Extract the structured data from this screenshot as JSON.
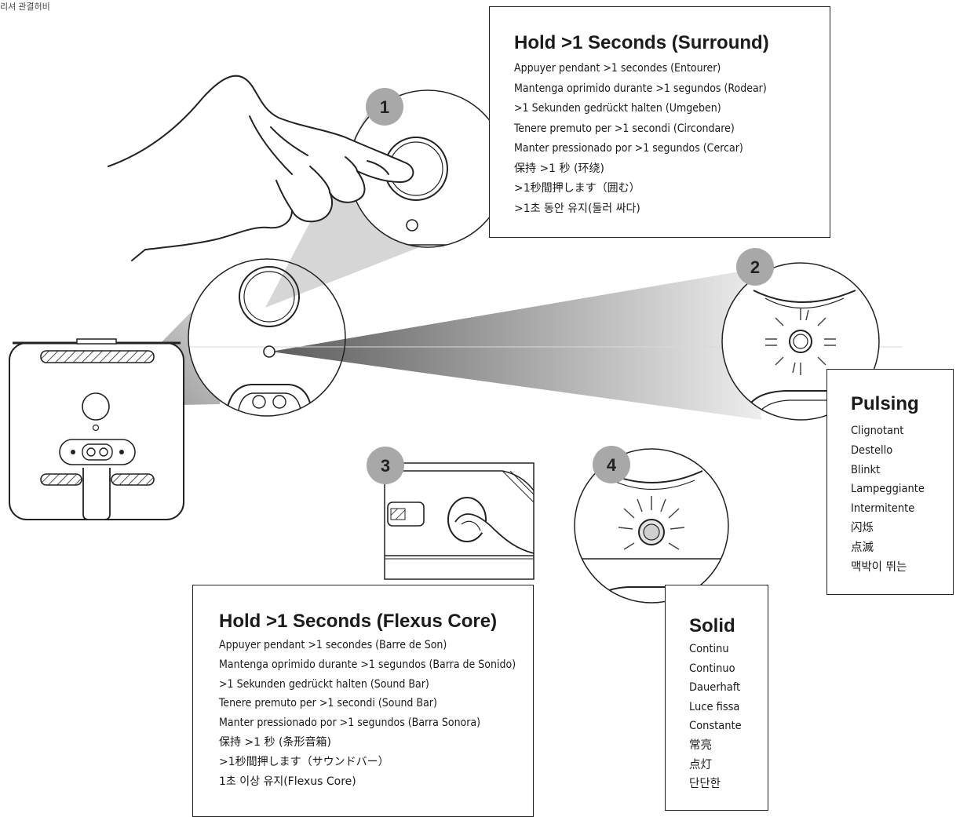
{
  "corner_text": "리셔 관결허비",
  "step1": {
    "number": "1",
    "title": "Hold >1 Seconds (Surround)",
    "lines": [
      "Appuyer pendant >1 secondes (Entourer)",
      "Mantenga oprimido durante >1 segundos (Rodear)",
      ">1 Sekunden gedrückt halten (Umgeben)",
      "Tenere premuto per >1 secondi (Circondare)",
      "Manter pressionado por >1 segundos (Cercar)",
      "保持 >1 秒 (环绕)",
      ">1秒間押します（囲む）",
      ">1초 동안 유지(둘러 싸다)"
    ]
  },
  "step2": {
    "number": "2",
    "title": "Pulsing",
    "lines": [
      "Clignotant",
      "Destello",
      "Blinkt",
      "Lampeggiante",
      "Intermitente",
      "闪烁",
      "点滅",
      "맥박이 뛰는"
    ]
  },
  "step3": {
    "number": "3",
    "title": "Hold >1 Seconds (Flexus Core)",
    "lines": [
      "Appuyer pendant >1 secondes (Barre de Son)",
      "Mantenga oprimido durante >1 segundos (Barra de Sonido)",
      ">1 Sekunden gedrückt halten (Sound Bar)",
      "Tenere premuto per >1 secondi (Sound Bar)",
      "Manter pressionado por >1 segundos (Barra Sonora)",
      "保持 >1 秒 (条形音箱)",
      ">1秒間押します（サウンドバー）",
      "1초 이상 유지(Flexus Core)"
    ]
  },
  "step4": {
    "number": "4",
    "title": "Solid",
    "lines": [
      "Continu",
      "Continuo",
      "Dauerhaft",
      "Luce fissa",
      "Constante",
      "常亮",
      "点灯",
      "단단한"
    ]
  },
  "colors": {
    "badge": "#a8a8a8",
    "line": "#222222",
    "beam_dark": "#6e6e6e",
    "beam_light": "#e2e2e2"
  }
}
